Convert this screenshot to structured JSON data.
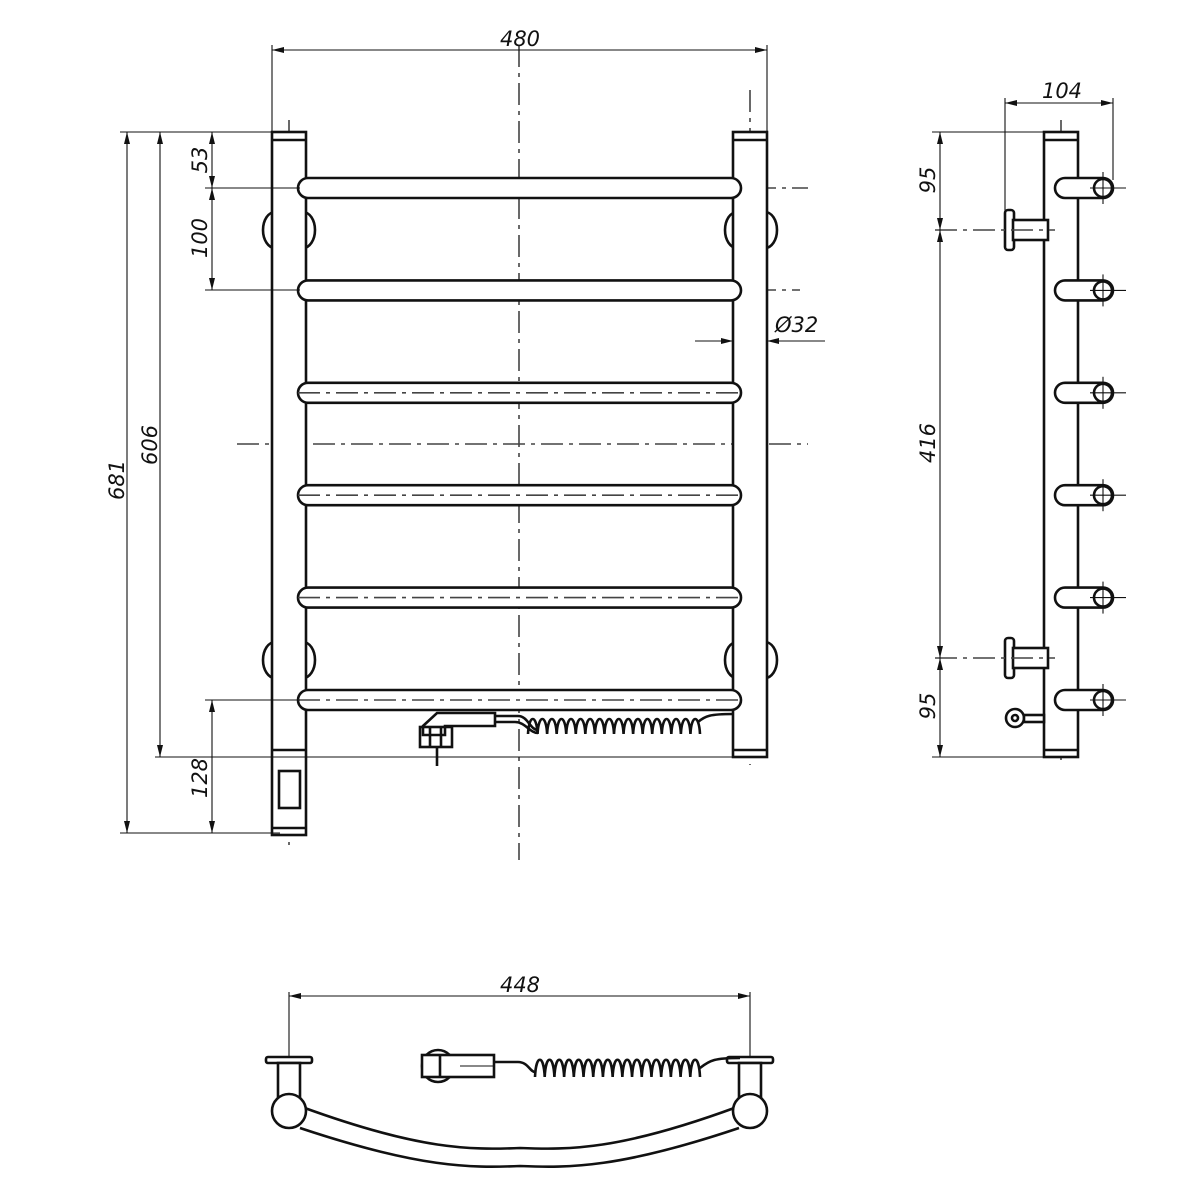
{
  "title": "Heated towel rail dimension drawing",
  "front_view": {
    "width": "480",
    "total_height": "681",
    "body_height": "606",
    "top_to_first_rung": "53",
    "rung_pitch": "100",
    "bottom_offset": "128",
    "tube_diameter": "Ø32",
    "rung_count": 6
  },
  "side_view": {
    "depth": "104",
    "top_mount_offset": "95",
    "mount_spacing": "416",
    "bottom_mount_offset": "95"
  },
  "top_view": {
    "mount_width": "448"
  },
  "colors": {
    "line": "#111111",
    "background": "#ffffff"
  }
}
